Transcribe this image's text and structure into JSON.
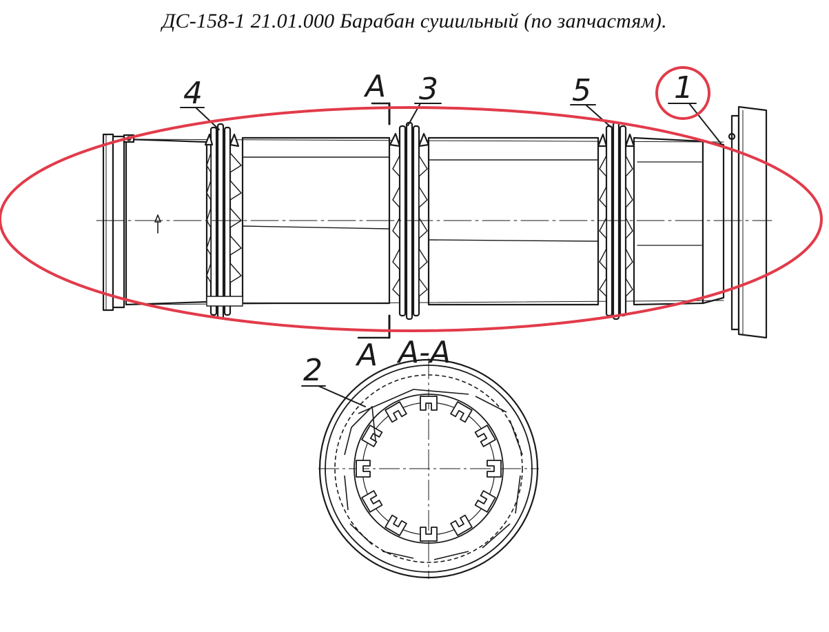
{
  "title": "ДС-158-1 21.01.000 Барабан сушильный (по запчастям).",
  "callouts": {
    "c1": "1",
    "c2": "2",
    "c3": "3",
    "c4": "4",
    "c5": "5"
  },
  "section": {
    "mark_top": "А",
    "mark_bottom": "А",
    "label": "А-А"
  },
  "colors": {
    "ink": "#1a1a1a",
    "highlight": "#e23b4a"
  }
}
